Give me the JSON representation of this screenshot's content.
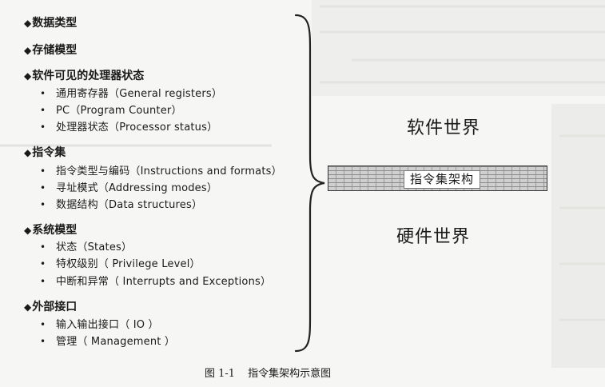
{
  "sections": [
    {
      "title": "数据类型",
      "items": []
    },
    {
      "title": "存储模型",
      "items": []
    },
    {
      "title": "软件可见的处理器状态",
      "items": [
        "通用寄存器（General registers）",
        "PC（Program Counter）",
        "处理器状态（Processor status）"
      ]
    },
    {
      "title": "指令集",
      "items": [
        "指令类型与编码（Instructions and formats）",
        "寻址模式（Addressing modes）",
        "数据结构（Data structures）"
      ]
    },
    {
      "title": "系统模型",
      "items": [
        "状态（States）",
        "特权级别（ Privilege Level）",
        "中断和异常（ Interrupts and Exceptions）"
      ]
    },
    {
      "title": "外部接口",
      "items": [
        "输入输出接口（ IO ）",
        "管理（ Management ）"
      ]
    }
  ],
  "diagram": {
    "software_world": "软件世界",
    "hardware_world": "硬件世界",
    "isa_label": "指令集架构"
  },
  "caption": {
    "number": "图 1-1",
    "text": "指令集架构示意图"
  },
  "glyphs": {
    "section_marker": "◆",
    "item_marker": "•"
  }
}
